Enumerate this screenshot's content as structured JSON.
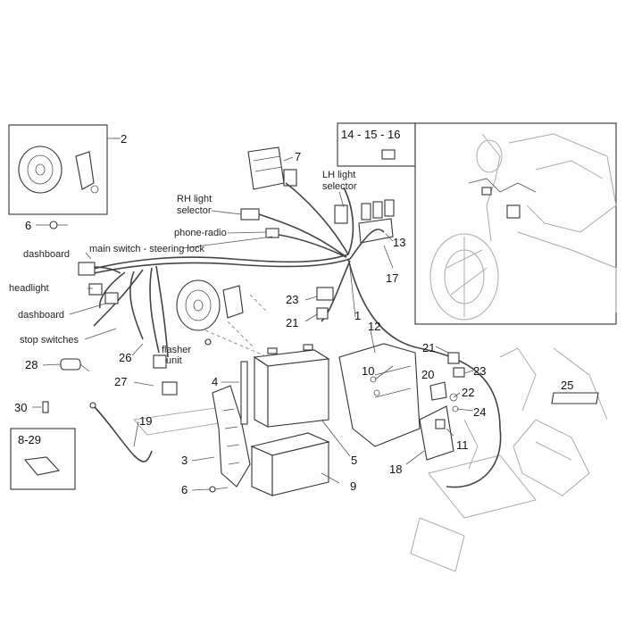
{
  "callouts": {
    "c2": "2",
    "c6a": "6",
    "c7": "7",
    "c13": "13",
    "c17": "17",
    "c23a": "23",
    "c21a": "21",
    "c1": "1",
    "c12": "12",
    "c26": "26",
    "c28": "28",
    "c27": "27",
    "c4": "4",
    "c10": "10",
    "c21b": "21",
    "c20": "20",
    "c23b": "23",
    "c22": "22",
    "c24": "24",
    "c25": "25",
    "c30": "30",
    "c19": "19",
    "c3": "3",
    "c5": "5",
    "c11": "11",
    "c18": "18",
    "c6b": "6",
    "c9": "9"
  },
  "labels": {
    "rh_light_1": "RH light",
    "rh_light_2": "selector",
    "lh_light_1": "LH light",
    "lh_light_2": "selector",
    "phone_radio": "phone-radio",
    "main_switch": "main switch - steering lock",
    "dashboard_top": "dashboard",
    "headlight": "headlight",
    "dashboard_mid": "dashboard",
    "stop_switches": "stop switches",
    "flasher_1": "flasher",
    "flasher_2": "unit"
  },
  "insets": {
    "fuses_range": "14 - 15 - 16",
    "bracket_range": "8-29"
  }
}
